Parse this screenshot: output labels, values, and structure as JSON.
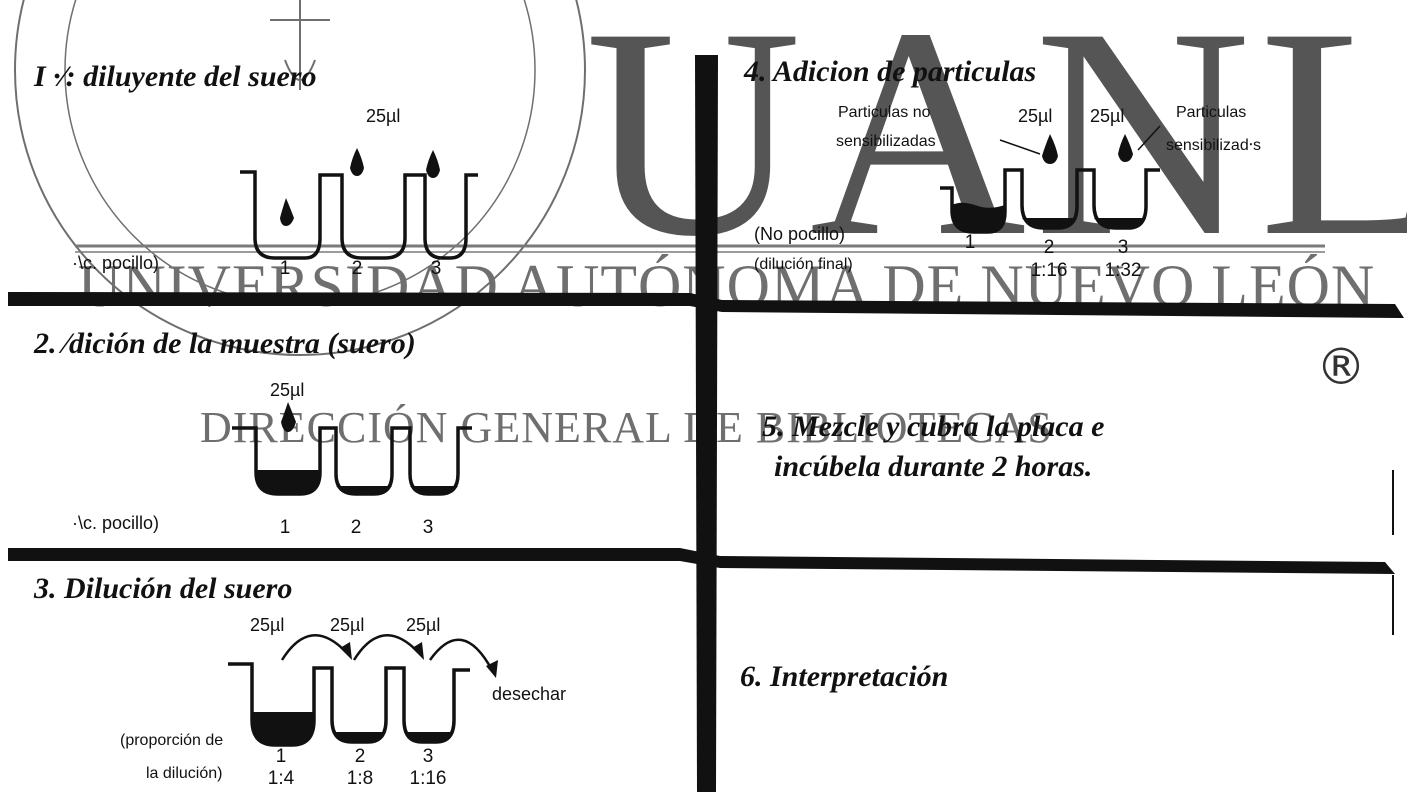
{
  "watermark": {
    "big": "UANL",
    "university": "UNIVERSIDAD AUTÓNOMA DE NUEVO LEÓN",
    "direction": "DIRECCIÓN GENERAL DE BIBLIOTECAS",
    "registered": "®"
  },
  "colors": {
    "ink": "#111111",
    "watermark": "#6f6f6f"
  },
  "steps": {
    "s1": {
      "title": "I ·⁄: diluyente del suero",
      "vol": "25µl",
      "row_label": "·\\c. pocillo)",
      "wells": [
        "1",
        "2",
        "3"
      ]
    },
    "s2": {
      "title": "2. ⁄dición de la muestra (suero)",
      "vol": "25µl",
      "row_label": "·\\c. pocillo)",
      "wells": [
        "1",
        "2",
        "3"
      ]
    },
    "s3": {
      "title": "3. Dilución del suero",
      "vols": [
        "25µl",
        "25µl",
        "25µl"
      ],
      "discard": "desechar",
      "label_line1": "(proporción de",
      "label_line2": "la dilución)",
      "wells": [
        "1",
        "2",
        "3"
      ],
      "ratios": [
        "1:4",
        "1:8",
        "1:16"
      ]
    },
    "s4": {
      "title": "4. Adicion de particulas",
      "left_note_1": "Particulas no",
      "left_note_2": "sensibilizadas",
      "right_note_1": "Particulas",
      "right_note_2": "sensibilizad⸱s",
      "vols": [
        "25µl",
        "25µl"
      ],
      "label_line1": "(No pocillo)",
      "label_line2": "(dilución final)",
      "wells": [
        "1",
        "2",
        "3"
      ],
      "ratios": [
        "1:16",
        "1:32"
      ]
    },
    "s5": {
      "line1": "5. Mezcle y cubra la placa e",
      "line2": "incúbela durante 2 horas."
    },
    "s6": {
      "title": "6. Interpretación"
    }
  }
}
